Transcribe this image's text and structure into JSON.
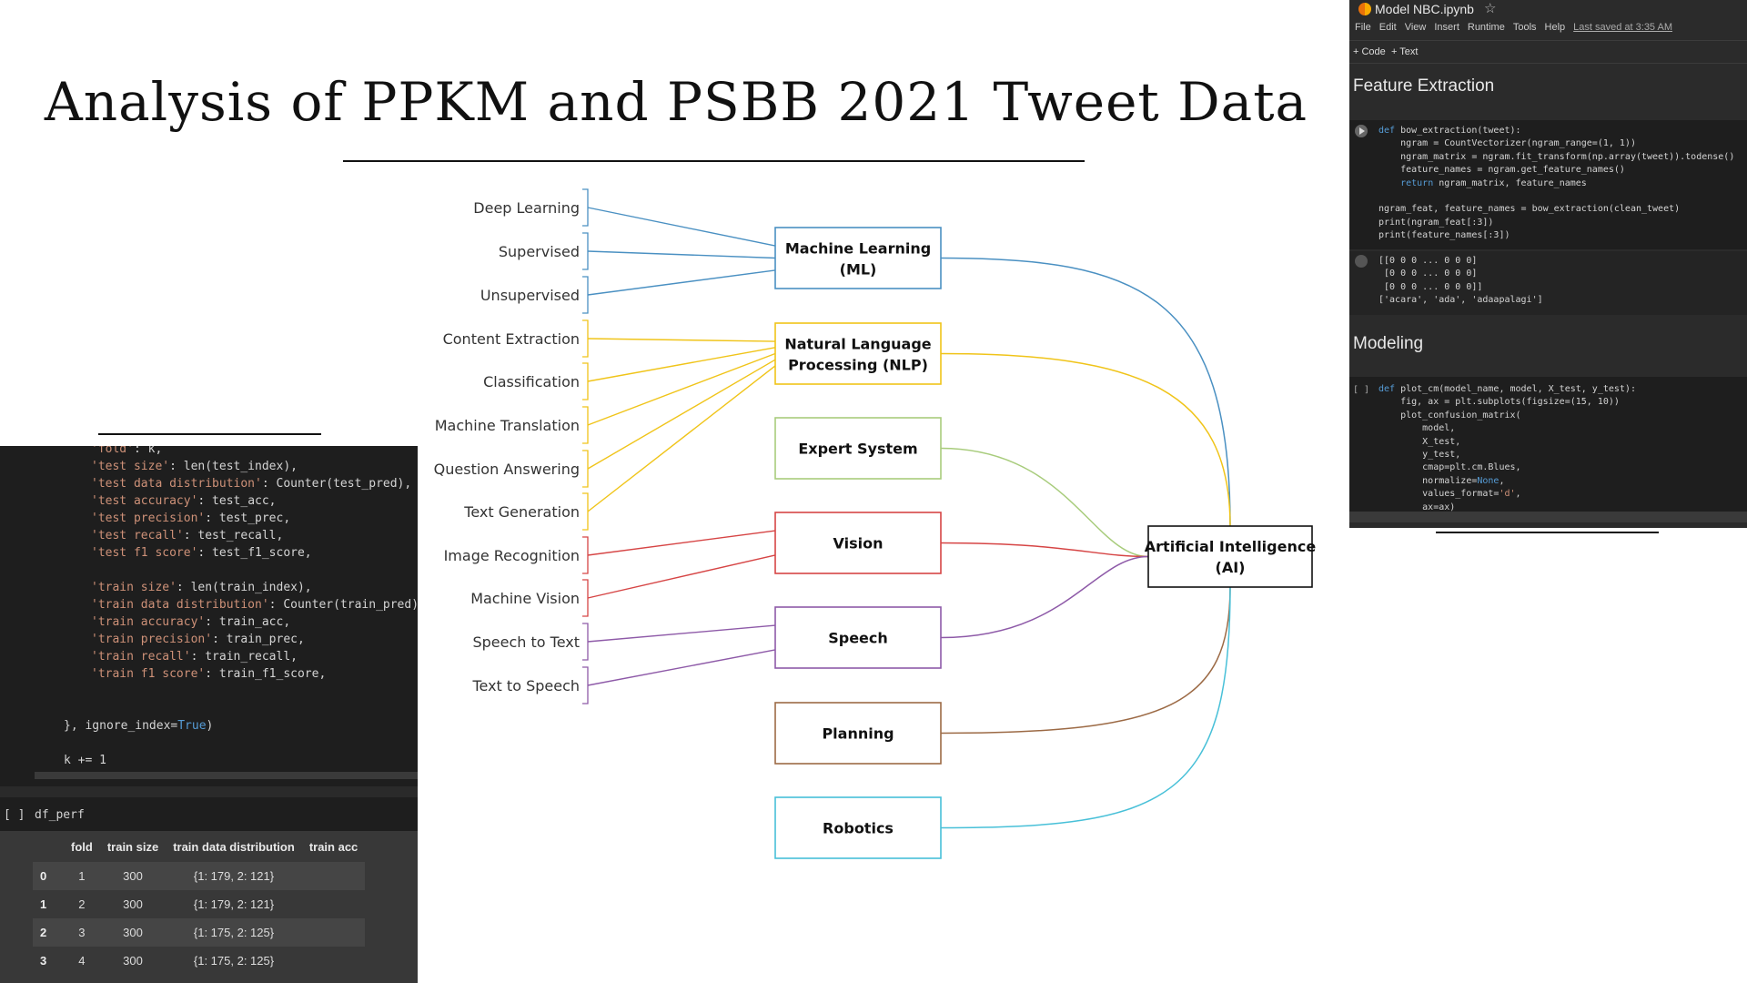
{
  "slide": {
    "title": "Analysis of PPKM and PSBB 2021 Tweet Data"
  },
  "diagram": {
    "leaves": [
      {
        "label": "Deep Learning",
        "color": "#4a90c2"
      },
      {
        "label": "Supervised",
        "color": "#4a90c2"
      },
      {
        "label": "Unsupervised",
        "color": "#4a90c2"
      },
      {
        "label": "Content Extraction",
        "color": "#f0c419"
      },
      {
        "label": "Classification",
        "color": "#f0c419"
      },
      {
        "label": "Machine Translation",
        "color": "#f0c419"
      },
      {
        "label": "Question Answering",
        "color": "#f0c419"
      },
      {
        "label": "Text Generation",
        "color": "#f0c419"
      },
      {
        "label": "Image Recognition",
        "color": "#d64545"
      },
      {
        "label": "Machine Vision",
        "color": "#d64545"
      },
      {
        "label": "Speech to Text",
        "color": "#8e5aa8"
      },
      {
        "label": "Text to Speech",
        "color": "#8e5aa8"
      }
    ],
    "categories": [
      {
        "line1": "Machine Learning",
        "line2": "(ML)",
        "color": "#4a90c2"
      },
      {
        "line1": "Natural Language",
        "line2": "Processing (NLP)",
        "color": "#f0c419"
      },
      {
        "line1": "Expert System",
        "line2": "",
        "color": "#a8cc7c"
      },
      {
        "line1": "Vision",
        "line2": "",
        "color": "#d64545"
      },
      {
        "line1": "Speech",
        "line2": "",
        "color": "#8e5aa8"
      },
      {
        "line1": "Planning",
        "line2": "",
        "color": "#9c6a45"
      },
      {
        "line1": "Robotics",
        "line2": "",
        "color": "#48c0d8"
      }
    ],
    "root": {
      "line1": "Artificial Intelligence",
      "line2": "(AI)"
    }
  },
  "left_code": {
    "lines": [
      "'fold': k,",
      "'test size': len(test_index),",
      "'test data distribution': Counter(test_pred),",
      "'test accuracy': test_acc,",
      "'test precision': test_prec,",
      "'test recall': test_recall,",
      "'test f1 score': test_f1_score,",
      "",
      "'train size': len(train_index),",
      "'train data distribution': Counter(train_pred),",
      "'train accuracy': train_acc,",
      "'train precision': train_prec,",
      "'train recall': train_recall,",
      "'train f1 score': train_f1_score,",
      "",
      "",
      "}, ignore_index=True)",
      "",
      "k += 1"
    ],
    "cell_bracket": "[ ]",
    "cell_source": "df_perf",
    "table": {
      "headers": [
        "",
        "fold",
        "train size",
        "train data distribution",
        "train acc"
      ],
      "rows": [
        [
          "0",
          "1",
          "300",
          "{1: 179, 2: 121}",
          ""
        ],
        [
          "1",
          "2",
          "300",
          "{1: 179, 2: 121}",
          ""
        ],
        [
          "2",
          "3",
          "300",
          "{1: 175, 2: 125}",
          ""
        ],
        [
          "3",
          "4",
          "300",
          "{1: 175, 2: 125}",
          ""
        ]
      ]
    }
  },
  "notebook": {
    "filename": "Model NBC.ipynb",
    "star": "☆",
    "menu": [
      "File",
      "Edit",
      "View",
      "Insert",
      "Runtime",
      "Tools",
      "Help"
    ],
    "last_saved": "Last saved at 3:35 AM",
    "toolbar": {
      "code": "+ Code",
      "text": "+ Text"
    },
    "section1": "Feature Extraction",
    "cell1_lines": [
      "def bow_extraction(tweet):",
      "    ngram = CountVectorizer(ngram_range=(1, 1))",
      "    ngram_matrix = ngram.fit_transform(np.array(tweet)).todense()",
      "    feature_names = ngram.get_feature_names()",
      "    return ngram_matrix, feature_names",
      "",
      "ngram_feat, feature_names = bow_extraction(clean_tweet)",
      "print(ngram_feat[:3])",
      "print(feature_names[:3])"
    ],
    "out1_lines": [
      "[[0 0 0 ... 0 0 0]",
      " [0 0 0 ... 0 0 0]",
      " [0 0 0 ... 0 0 0]]",
      "['acara', 'ada', 'adaapalagi']"
    ],
    "section2": "Modeling",
    "cell2_bracket": "[ ]",
    "cell2_lines": [
      "def plot_cm(model_name, model, X_test, y_test):",
      "    fig, ax = plt.subplots(figsize=(15, 10))",
      "    plot_confusion_matrix(",
      "        model,",
      "        X_test,",
      "        y_test,",
      "        cmap=plt.cm.Blues,",
      "        normalize=None,",
      "        values_format='d',",
      "        ax=ax)"
    ]
  }
}
